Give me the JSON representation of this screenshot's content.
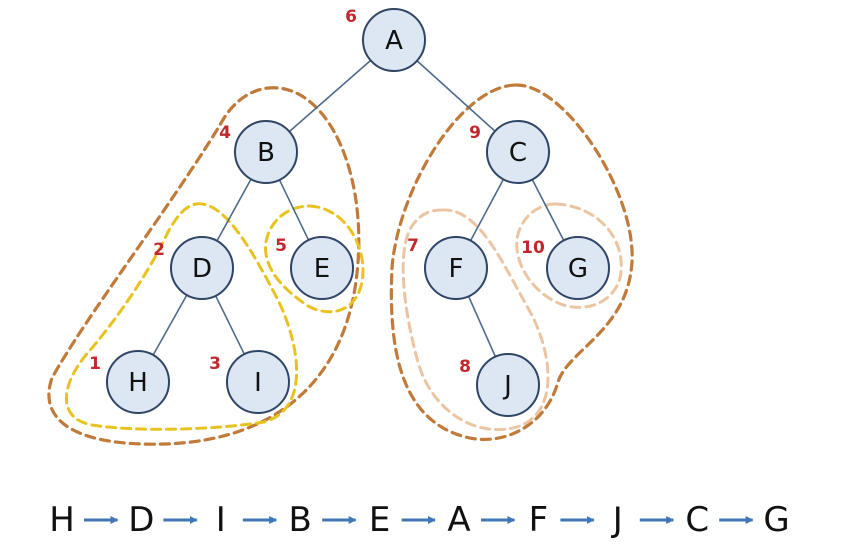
{
  "colors": {
    "order_number": "#c0282d",
    "region_outer": "#c07a3a",
    "region_left_inner": "#e8c21e",
    "region_right_inner": "#ebc4a2",
    "arrow": "#3f77b5"
  },
  "nodes": [
    {
      "id": "A",
      "label": "A",
      "order": "6"
    },
    {
      "id": "B",
      "label": "B",
      "order": "4"
    },
    {
      "id": "C",
      "label": "C",
      "order": "9"
    },
    {
      "id": "D",
      "label": "D",
      "order": "2"
    },
    {
      "id": "E",
      "label": "E",
      "order": "5"
    },
    {
      "id": "F",
      "label": "F",
      "order": "7"
    },
    {
      "id": "G",
      "label": "G",
      "order": "10"
    },
    {
      "id": "H",
      "label": "H",
      "order": "1"
    },
    {
      "id": "I",
      "label": "I",
      "order": "3"
    },
    {
      "id": "J",
      "label": "J",
      "order": "8"
    }
  ],
  "edges": [
    {
      "from": "A",
      "to": "B"
    },
    {
      "from": "A",
      "to": "C"
    },
    {
      "from": "B",
      "to": "D"
    },
    {
      "from": "B",
      "to": "E"
    },
    {
      "from": "D",
      "to": "H"
    },
    {
      "from": "D",
      "to": "I"
    },
    {
      "from": "C",
      "to": "F"
    },
    {
      "from": "C",
      "to": "G"
    },
    {
      "from": "F",
      "to": "J"
    }
  ],
  "sequence": [
    "H",
    "D",
    "I",
    "B",
    "E",
    "A",
    "F",
    "J",
    "C",
    "G"
  ]
}
